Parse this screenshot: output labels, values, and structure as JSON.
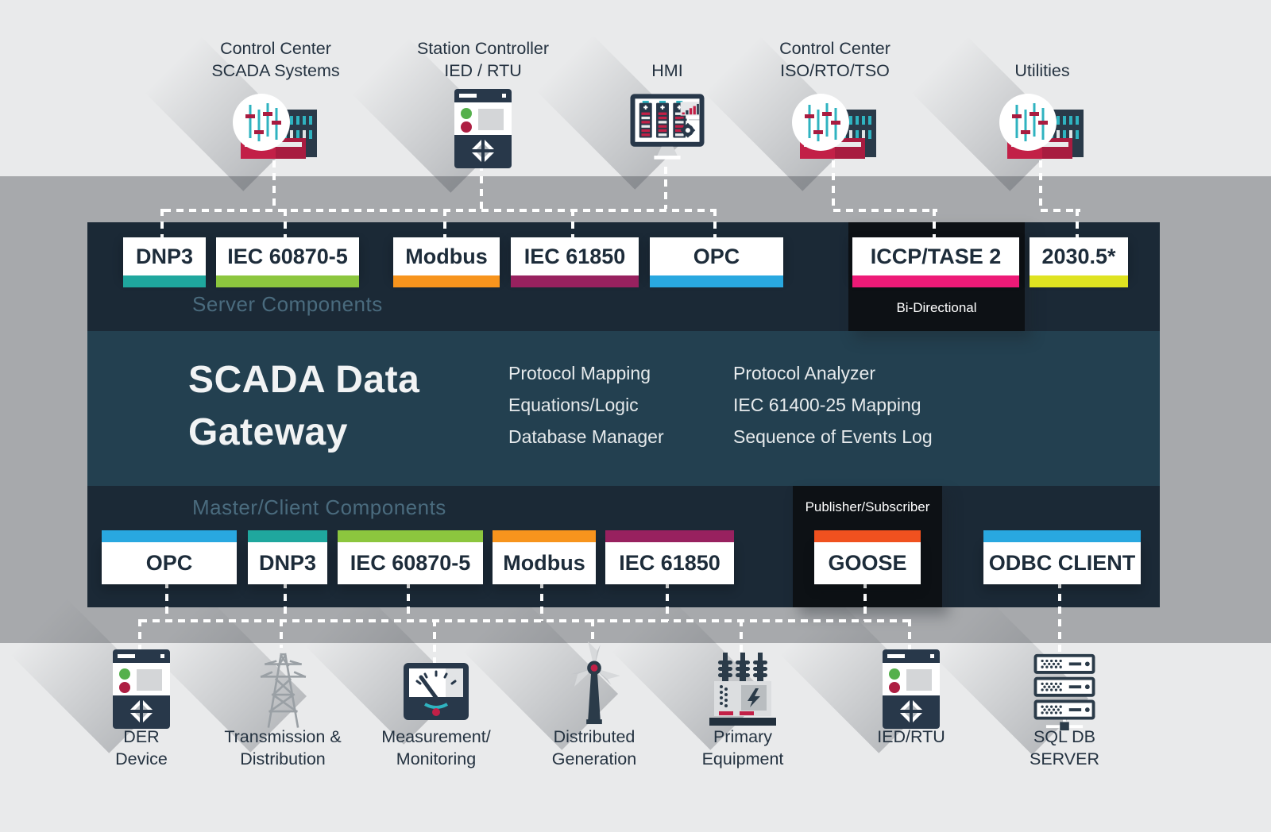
{
  "palette": {
    "teal": "#1fa79e",
    "green": "#8cc63e",
    "orange": "#f7941d",
    "berry": "#98215f",
    "blue": "#29a8e0",
    "pink": "#ed1a77",
    "yellow": "#dfe321",
    "red_orange": "#f0511f",
    "panel_dark": "#1b2936",
    "panel_mid": "#234050",
    "black_box": "#0d1115",
    "crimson": "#c22047",
    "navy": "#28384a",
    "band_gray": "#a7a9ac",
    "band_light": "#e9eaeb"
  },
  "top_nodes": [
    {
      "lines": [
        "Control Center",
        "SCADA Systems"
      ],
      "icon": "sliders-building"
    },
    {
      "lines": [
        "Station Controller",
        "IED / RTU"
      ],
      "icon": "device"
    },
    {
      "lines": [
        "HMI"
      ],
      "icon": "hmi"
    },
    {
      "lines": [
        "Control Center",
        "ISO/RTO/TSO"
      ],
      "icon": "sliders-building"
    },
    {
      "lines": [
        "Utilities"
      ],
      "icon": "sliders-building"
    }
  ],
  "server_section": {
    "label": "Server Components",
    "protocols": [
      {
        "label": "DNP3",
        "accent": "#1fa79e"
      },
      {
        "label": "IEC 60870-5",
        "accent": "#8cc63e"
      },
      {
        "label": "Modbus",
        "accent": "#f7941d"
      },
      {
        "label": "IEC 61850",
        "accent": "#98215f"
      },
      {
        "label": "OPC",
        "accent": "#29a8e0"
      },
      {
        "label": "ICCP/TASE 2",
        "accent": "#ed1a77",
        "note": "Bi-Directional"
      },
      {
        "label": "2030.5*",
        "accent": "#dfe321"
      }
    ]
  },
  "gateway": {
    "title_line1": "SCADA Data",
    "title_line2": "Gateway",
    "features_left": [
      "Protocol Mapping",
      "Equations/Logic",
      "Database Manager"
    ],
    "features_right": [
      "Protocol Analyzer",
      "IEC 61400-25 Mapping",
      "Sequence of Events Log"
    ]
  },
  "master_section": {
    "label": "Master/Client Components",
    "protocols": [
      {
        "label": "OPC",
        "accent": "#29a8e0"
      },
      {
        "label": "DNP3",
        "accent": "#1fa79e"
      },
      {
        "label": "IEC 60870-5",
        "accent": "#8cc63e"
      },
      {
        "label": "Modbus",
        "accent": "#f7941d"
      },
      {
        "label": "IEC 61850",
        "accent": "#98215f"
      },
      {
        "label": "GOOSE",
        "accent": "#f0511f",
        "note": "Publisher/Subscriber"
      },
      {
        "label": "ODBC CLIENT",
        "accent": "#29a8e0"
      }
    ]
  },
  "bottom_nodes": [
    {
      "lines": [
        "DER",
        "Device"
      ],
      "icon": "device"
    },
    {
      "lines": [
        "Transmission &",
        "Distribution"
      ],
      "icon": "tower"
    },
    {
      "lines": [
        "Measurement/",
        "Monitoring"
      ],
      "icon": "gauge"
    },
    {
      "lines": [
        "Distributed",
        "Generation"
      ],
      "icon": "turbine"
    },
    {
      "lines": [
        "Primary",
        "Equipment"
      ],
      "icon": "transformer"
    },
    {
      "lines": [
        "IED/RTU"
      ],
      "icon": "device"
    },
    {
      "lines": [
        "SQL DB",
        "SERVER"
      ],
      "icon": "server-stack"
    }
  ]
}
